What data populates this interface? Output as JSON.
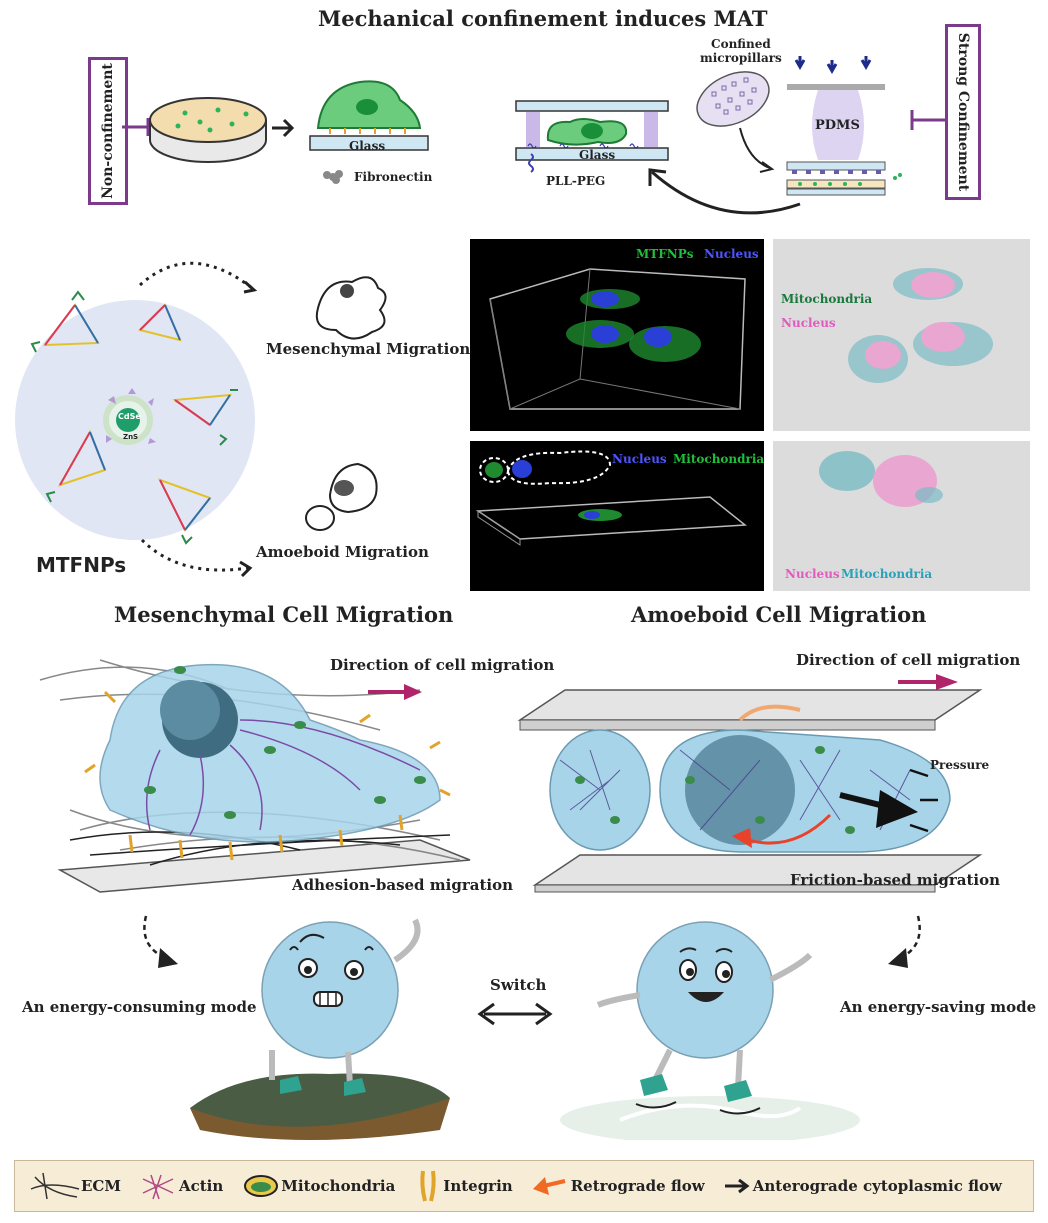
{
  "top": {
    "title": "Mechanical confinement induces MAT",
    "non_confinement": "Non-confinement",
    "strong_confinement": "Strong Confinement",
    "glass_left": "Glass",
    "fibronectin": "Fibronectin",
    "glass_mid": "Glass",
    "pll_peg": "PLL-PEG",
    "confined_micropillars": "Confined\nmicropillars",
    "pdms": "PDMS"
  },
  "middle": {
    "mtfnps_label": "MTFNPs",
    "core_top": "CdSe",
    "core_bottom": "ZnS",
    "mesenchymal_migration": "Mesenchymal Migration",
    "amoeboid_migration": "Amoeboid Migration",
    "panel1": {
      "label_a": "MTFNPs",
      "label_b": "Nucleus"
    },
    "panel2": {
      "label_a": "Mitochondria",
      "label_b": "Nucleus"
    },
    "panel3": {
      "label_a": "Nucleus",
      "label_b": "Mitochondria"
    },
    "panel4": {
      "label_a": "Nucleus",
      "label_b": "Mitochondria"
    }
  },
  "bottom": {
    "mesenchymal_title": "Mesenchymal Cell Migration",
    "amoeboid_title": "Amoeboid Cell Migration",
    "direction_left": "Direction of cell migration",
    "direction_right": "Direction of cell migration",
    "adhesion": "Adhesion-based migration",
    "friction": "Friction-based migration",
    "pressure": "Pressure",
    "energy_consuming": "An energy-consuming mode",
    "energy_saving": "An energy-saving mode",
    "switch": "Switch"
  },
  "legend": {
    "ecm": "ECM",
    "actin": "Actin",
    "mitochondria": "Mitochondria",
    "integrin": "Integrin",
    "retrograde": "Retrograde flow",
    "anterograde": "Anterograde cytoplasmic flow"
  },
  "colors": {
    "purple_frame": "#7b3a8c",
    "cell_blue": "#a8d4ea",
    "green_cell": "#3cb85a",
    "magenta_arrow": "#b0246a",
    "retrograde_red": "#e8432a",
    "legend_bg": "#f7ecd6"
  }
}
